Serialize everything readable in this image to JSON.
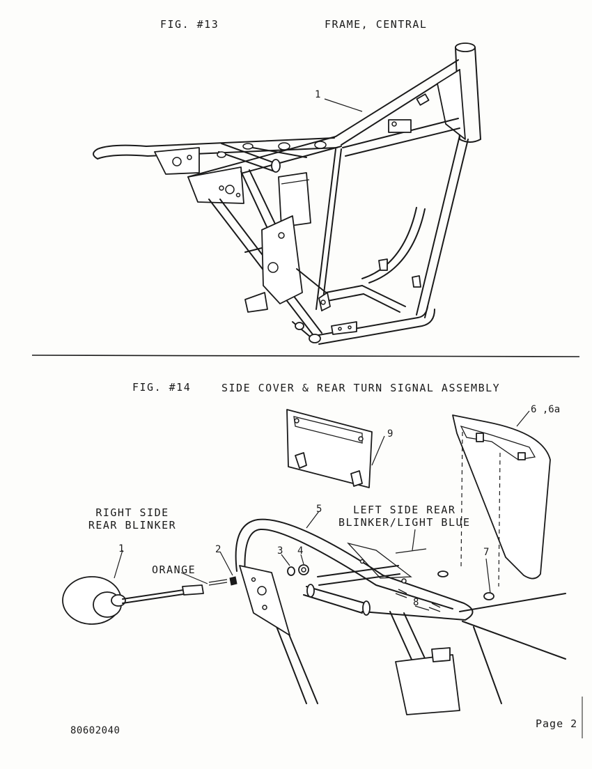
{
  "fig13": {
    "number": "FIG. #13",
    "title": "FRAME, CENTRAL",
    "callouts": [
      "1"
    ]
  },
  "fig14": {
    "number": "FIG. #14",
    "title": "SIDE COVER & REAR TURN SIGNAL ASSEMBLY",
    "labels": {
      "right_blinker_line1": "RIGHT SIDE",
      "right_blinker_line2": "REAR BLINKER",
      "orange": "ORANGE",
      "left_blinker_line1": "LEFT SIDE REAR",
      "left_blinker_line2": "BLINKER/LIGHT BLUE"
    },
    "callouts": [
      "1",
      "2",
      "3",
      "4",
      "5",
      "6 ,6a",
      "7",
      "8",
      "9"
    ]
  },
  "footer": {
    "doc_number": "80602040",
    "page": "Page 2"
  }
}
